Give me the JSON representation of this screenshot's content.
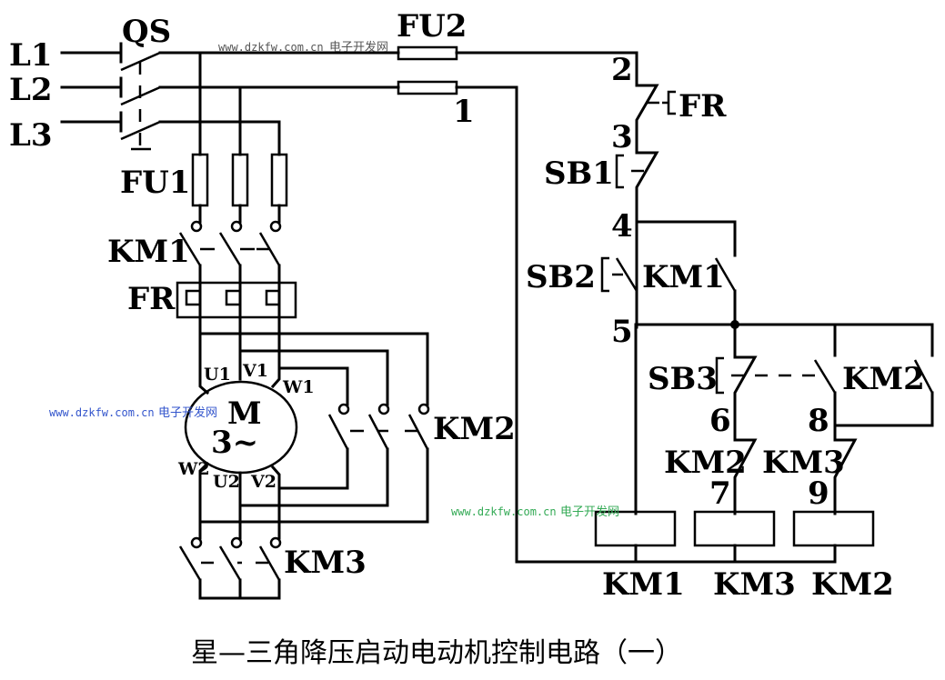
{
  "diagram": {
    "title": "星—三角降压启动电动机控制电路（一）",
    "watermark": {
      "url": "www.dzkfw.com.cn",
      "site": "电子开发网",
      "color_top": "#555555",
      "color_left": "#3355cc",
      "color_bottom": "#33aa55"
    },
    "lines": [
      "L1",
      "L2",
      "L3"
    ],
    "main_switch": "QS",
    "fuses": {
      "main": "FU1",
      "control": "FU2"
    },
    "contactors": {
      "main": "KM1",
      "delta": "KM2",
      "star": "KM3"
    },
    "overload_relay": "FR",
    "motor": {
      "symbol": "M",
      "phase": "3~",
      "terminals": [
        "U1",
        "V1",
        "W1",
        "W2",
        "U2",
        "V2"
      ]
    },
    "control": {
      "nodes": [
        "1",
        "2",
        "3",
        "4",
        "5",
        "6",
        "7",
        "8",
        "9"
      ],
      "buttons": [
        "SB1",
        "SB2",
        "SB3"
      ],
      "fr_contact": "FR",
      "km1_aux": "KM1",
      "km2_aux": "KM2",
      "km2_interlock": "KM2",
      "km3_interlock": "KM3",
      "coils": [
        "KM1",
        "KM3",
        "KM2"
      ]
    }
  }
}
